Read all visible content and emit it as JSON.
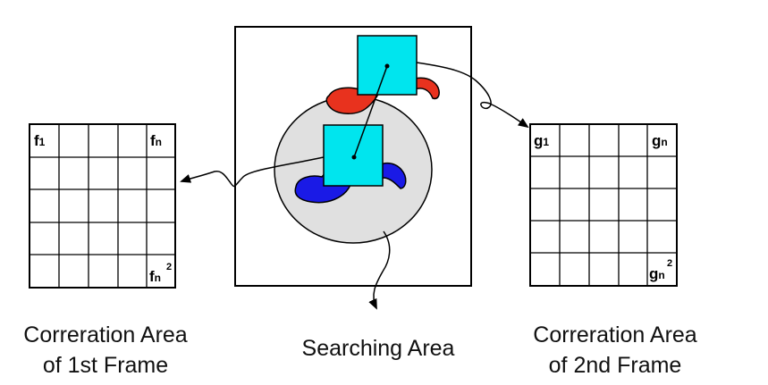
{
  "frame1": {
    "caption_line1": "Correration Area",
    "caption_line2": "of 1st Frame",
    "corner_top_left": "f",
    "corner_top_left_sub": "1",
    "corner_top_right": "f",
    "corner_top_right_sub": "n",
    "corner_bottom_right": "f",
    "corner_bottom_right_sub": "n",
    "corner_bottom_right_sup": "2"
  },
  "frame2": {
    "caption_line1": "Correration Area",
    "caption_line2": "of 2nd Frame",
    "corner_top_left": "g",
    "corner_top_left_sub": "1",
    "corner_top_right": "g",
    "corner_top_right_sub": "n",
    "corner_bottom_right": "g",
    "corner_bottom_right_sub": "n",
    "corner_bottom_right_sup": "2"
  },
  "search": {
    "caption": "Searching Area"
  },
  "colors": {
    "window": "#00e5ee",
    "search_area": "#e0e0e0",
    "red_blob": "#e8321e",
    "blue_blob": "#1a1ae6",
    "outline": "#000000"
  }
}
